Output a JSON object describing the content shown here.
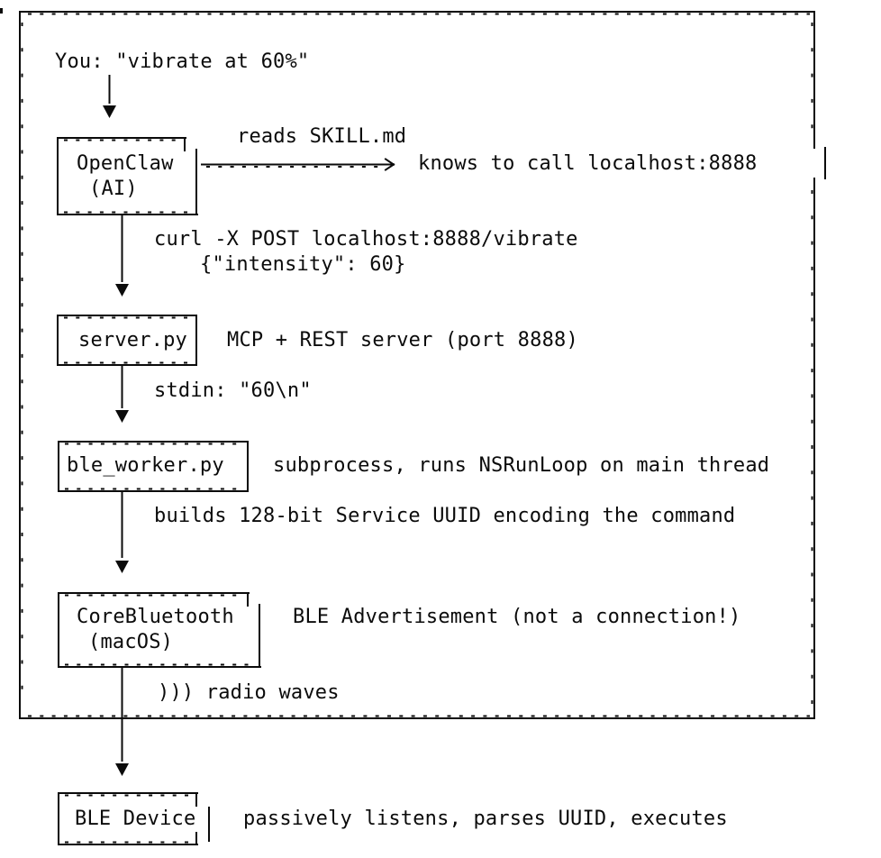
{
  "page": {
    "background": "#ffffff",
    "ink": "#0b0b0b"
  },
  "diagram": {
    "user_message": "You: \"vibrate at 60%\"",
    "openclaw": {
      "label": "OpenClaw",
      "sublabel": "(AI)"
    },
    "skill_edge": {
      "label": "reads SKILL.md",
      "result": "knows to call localhost:8888"
    },
    "curl_edge": {
      "line1": "curl -X POST localhost:8888/vibrate",
      "line2": "{\"intensity\": 60}"
    },
    "server": {
      "label": "server.py",
      "note": "MCP + REST server (port 8888)"
    },
    "stdin_edge": {
      "label": "stdin: \"60\\n\""
    },
    "ble_worker": {
      "label": "ble_worker.py",
      "note": "subprocess, runs NSRunLoop on main thread"
    },
    "uuid_edge": {
      "label": "builds 128-bit Service UUID encoding the command"
    },
    "corebluetooth": {
      "label": "CoreBluetooth",
      "sublabel": "(macOS)",
      "note": "BLE Advertisement (not a connection!)"
    },
    "radio_edge": {
      "label": "))) radio waves"
    },
    "ble_device": {
      "label": "BLE Device",
      "note": "passively listens, parses UUID, executes"
    }
  }
}
